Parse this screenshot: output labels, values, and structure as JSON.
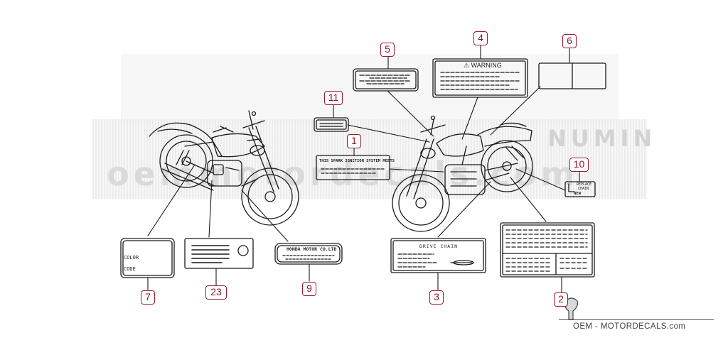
{
  "watermark": {
    "line1": "NUMIN",
    "line2": "oemmotordecals.com"
  },
  "callouts": {
    "n1": "1",
    "n2": "2",
    "n3": "3",
    "n4": "4",
    "n5": "5",
    "n6": "6",
    "n7": "7",
    "n9": "9",
    "n10": "10",
    "n11": "11",
    "n23": "23"
  },
  "labels": {
    "warning": "⚠ WARNING",
    "spark_ignition": "THIS SPARK IGNITION SYSTEM MEETS",
    "drive_chain": "DRIVE CHAIN",
    "honda": "HONDA MOTOR CO.LTD",
    "color": "COLOR",
    "code": "CODE",
    "chain_replace": "REPLACE",
    "chain_chain": "CHAIN",
    "chain_new": "NEW"
  },
  "brand": {
    "text": "OEM - MOTORDECALS.com"
  },
  "colors": {
    "callout_border": "#9b1c2e",
    "callout_text": "#8b1a2b",
    "line_art": "#1a1a1a"
  }
}
